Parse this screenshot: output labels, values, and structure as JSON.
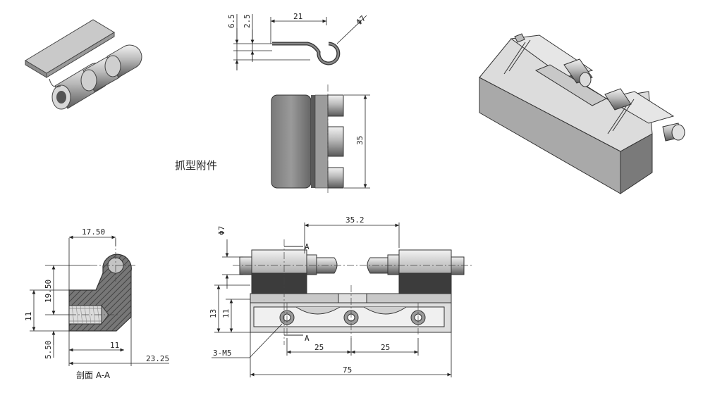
{
  "section_label": "剖面 A-A",
  "part_label": "抓型附件",
  "top_view": {
    "dim_65": "6.5",
    "dim_25": "2.5",
    "dim_21": "21",
    "dim_phi7": "Φ7",
    "dim_35": "35"
  },
  "section_view": {
    "dim_1750": "17.50",
    "dim_1950": "19.50",
    "dim_11_left": "11",
    "dim_550": "5.50",
    "dim_11_bottom": "11",
    "dim_2325": "23.25"
  },
  "front_view": {
    "dim_phi7": "Φ7",
    "dim_352": "35.2",
    "section_mark_top": "A",
    "section_mark_bottom": "A",
    "dim_13": "13",
    "dim_11": "11",
    "dim_3m5": "3-M5",
    "dim_25_left": "25",
    "dim_25_right": "25",
    "dim_75": "75"
  }
}
